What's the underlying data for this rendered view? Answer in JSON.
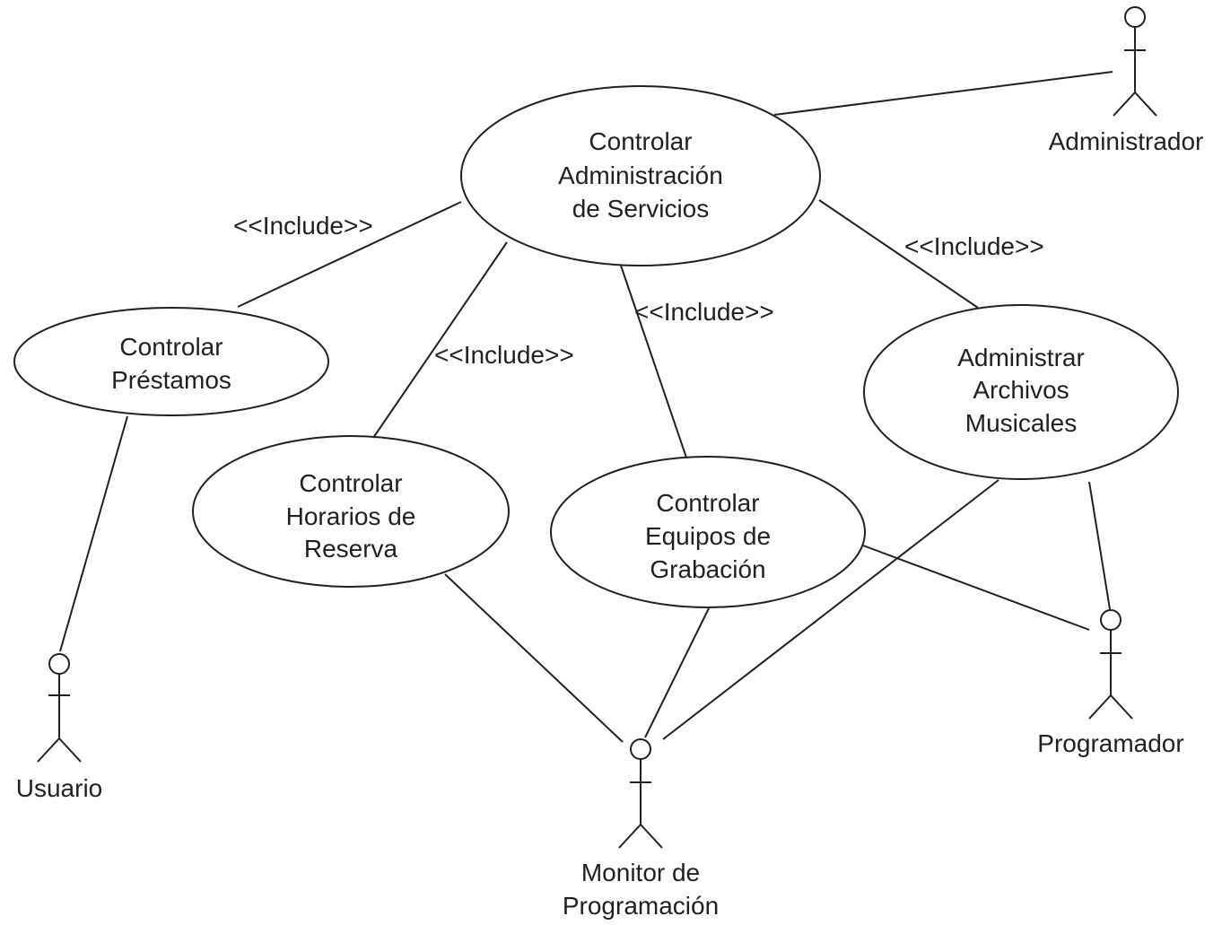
{
  "diagram": {
    "type": "use-case",
    "use_cases": {
      "controlar_administracion": {
        "lines": [
          "Controlar",
          "Administración",
          "de Servicios"
        ]
      },
      "controlar_prestamos": {
        "lines": [
          "Controlar",
          "Préstamos"
        ]
      },
      "controlar_horarios": {
        "lines": [
          "Controlar",
          "Horarios de",
          "Reserva"
        ]
      },
      "controlar_equipos": {
        "lines": [
          "Controlar",
          "Equipos de",
          "Grabación"
        ]
      },
      "administrar_archivos": {
        "lines": [
          "Administrar",
          "Archivos",
          "Musicales"
        ]
      }
    },
    "actors": {
      "administrador": {
        "lines": [
          "Administrador"
        ]
      },
      "usuario": {
        "lines": [
          "Usuario"
        ]
      },
      "monitor": {
        "lines": [
          "Monitor de",
          "Programación"
        ]
      },
      "programador": {
        "lines": [
          "Programador"
        ]
      }
    },
    "relations": {
      "include_prestamos": "<<Include>>",
      "include_horarios": "<<Include>>",
      "include_equipos": "<<Include>>",
      "include_archivos": "<<Include>>"
    }
  }
}
